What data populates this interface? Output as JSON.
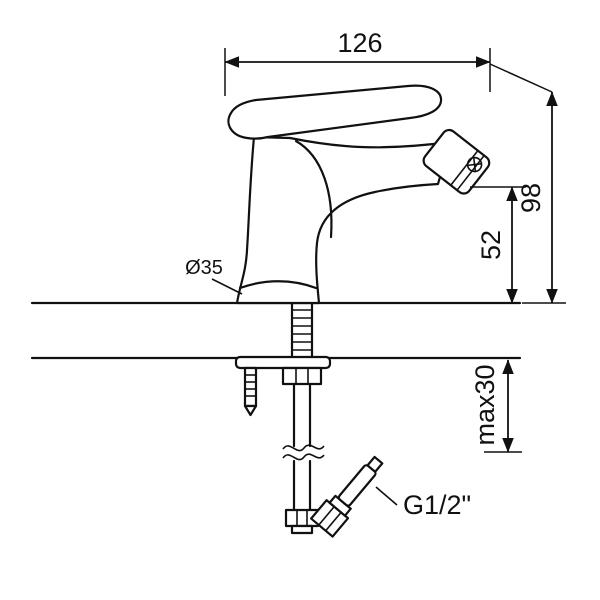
{
  "diagram": {
    "type": "technical-drawing",
    "line_color": "#111111",
    "background": "#ffffff",
    "labels": {
      "width": "126",
      "overall_height": "98",
      "spout_height": "52",
      "max_thickness": "max30",
      "base_diameter": "Ø35",
      "thread": "G1/2\""
    }
  }
}
